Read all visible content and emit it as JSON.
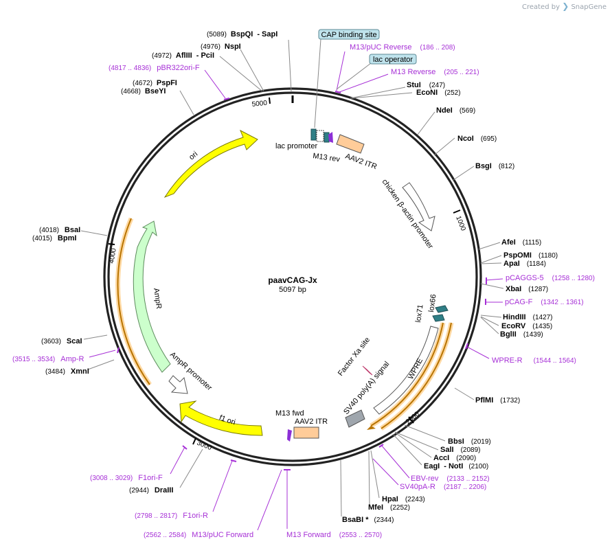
{
  "brand": {
    "created_by": "Created by",
    "logo_text": "SnapGene"
  },
  "plasmid": {
    "name": "paavCAG-Jx",
    "length_label": "5097 bp",
    "length": 5097
  },
  "ticks": [
    "1000",
    "2000",
    "3000",
    "4000",
    "5000"
  ],
  "colors": {
    "primer": "#a62fd6",
    "promoter_fill": "#ffffff",
    "ori": "#ffff00",
    "ampr": "#ccffcc",
    "itr": "#ffcc99",
    "lox": "#2f7f86",
    "polyA": "#9fa6ad",
    "wpre_orange": "#ffb84d",
    "boxed_label_fill": "#bfe3ec"
  },
  "restriction_sites": [
    {
      "name": "BspQI",
      "pos": "(5089)",
      "suffix": "- SapI"
    },
    {
      "name": "NspI",
      "pos": "(4976)"
    },
    {
      "name": "AflIII",
      "pos": "(4972)",
      "suffix": "- PciI"
    },
    {
      "name": "PspFI",
      "pos": "(4672)"
    },
    {
      "name": "BseYI",
      "pos": "(4668)"
    },
    {
      "name": "StuI",
      "pos": "(247)"
    },
    {
      "name": "EcoNI",
      "pos": "(252)"
    },
    {
      "name": "NdeI",
      "pos": "(569)"
    },
    {
      "name": "NcoI",
      "pos": "(695)"
    },
    {
      "name": "BsgI",
      "pos": "(812)"
    },
    {
      "name": "AfeI",
      "pos": "(1115)"
    },
    {
      "name": "PspOMI",
      "pos": "(1180)"
    },
    {
      "name": "ApaI",
      "pos": "(1184)"
    },
    {
      "name": "XbaI",
      "pos": "(1287)"
    },
    {
      "name": "HindIII",
      "pos": "(1427)"
    },
    {
      "name": "EcoRV",
      "pos": "(1435)"
    },
    {
      "name": "BglII",
      "pos": "(1439)"
    },
    {
      "name": "PflMI",
      "pos": "(1732)"
    },
    {
      "name": "BbsI",
      "pos": "(2019)"
    },
    {
      "name": "SalI",
      "pos": "(2089)"
    },
    {
      "name": "AccI",
      "pos": "(2090)"
    },
    {
      "name": "EagI",
      "pos": "(2100)",
      "prefix_suffix": "- NotI"
    },
    {
      "name": "HpaI",
      "pos": "(2243)"
    },
    {
      "name": "MfeI",
      "pos": "(2252)"
    },
    {
      "name": "BsaBI *",
      "pos": "(2344)"
    },
    {
      "name": "DraIII",
      "pos": "(2944)"
    },
    {
      "name": "XmnI",
      "pos": "(3484)"
    },
    {
      "name": "ScaI",
      "pos": "(3603)"
    },
    {
      "name": "BsaI",
      "pos": "(4018)"
    },
    {
      "name": "BpmI",
      "pos": "(4015)"
    }
  ],
  "primers": [
    {
      "name": "M13/pUC Reverse",
      "range": "(186 .. 208)"
    },
    {
      "name": "M13 Reverse",
      "range": "(205 .. 221)"
    },
    {
      "name": "pBR322ori-F",
      "range": "(4817 .. 4836)"
    },
    {
      "name": "pCAGGS-5",
      "range": "(1258 .. 1280)"
    },
    {
      "name": "pCAG-F",
      "range": "(1342 .. 1361)"
    },
    {
      "name": "WPRE-R",
      "range": "(1544 .. 1564)"
    },
    {
      "name": "EBV-rev",
      "range": "(2133 .. 2152)"
    },
    {
      "name": "SV40pA-R",
      "range": "(2187 .. 2206)"
    },
    {
      "name": "M13 Forward",
      "range": "(2553 .. 2570)"
    },
    {
      "name": "M13/pUC Forward",
      "range": "(2562 .. 2584)"
    },
    {
      "name": "F1ori-R",
      "range": "(2798 .. 2817)"
    },
    {
      "name": "F1ori-F",
      "range": "(3008 .. 3029)"
    },
    {
      "name": "Amp-R",
      "range": "(3515 .. 3534)"
    }
  ],
  "boxed_labels": [
    "CAP binding site",
    "lac operator"
  ],
  "features": {
    "lac_promoter": "lac promoter",
    "m13_rev": "M13 rev",
    "aav2_itr_top": "AAV2 ITR",
    "chicken_actin": "chicken β-actin promoter",
    "lox66": "lox66",
    "lox71": "lox71",
    "factor_xa": "Factor Xa site",
    "wpre": "WPRE",
    "sv40_polya": "SV40 poly(A) signal",
    "m13_fwd": "M13 fwd",
    "aav2_itr_bottom": "AAV2 ITR",
    "f1_ori": "f1 ori",
    "ampr_promoter": "AmpR promoter",
    "ampr": "AmpR",
    "ori": "ori"
  }
}
